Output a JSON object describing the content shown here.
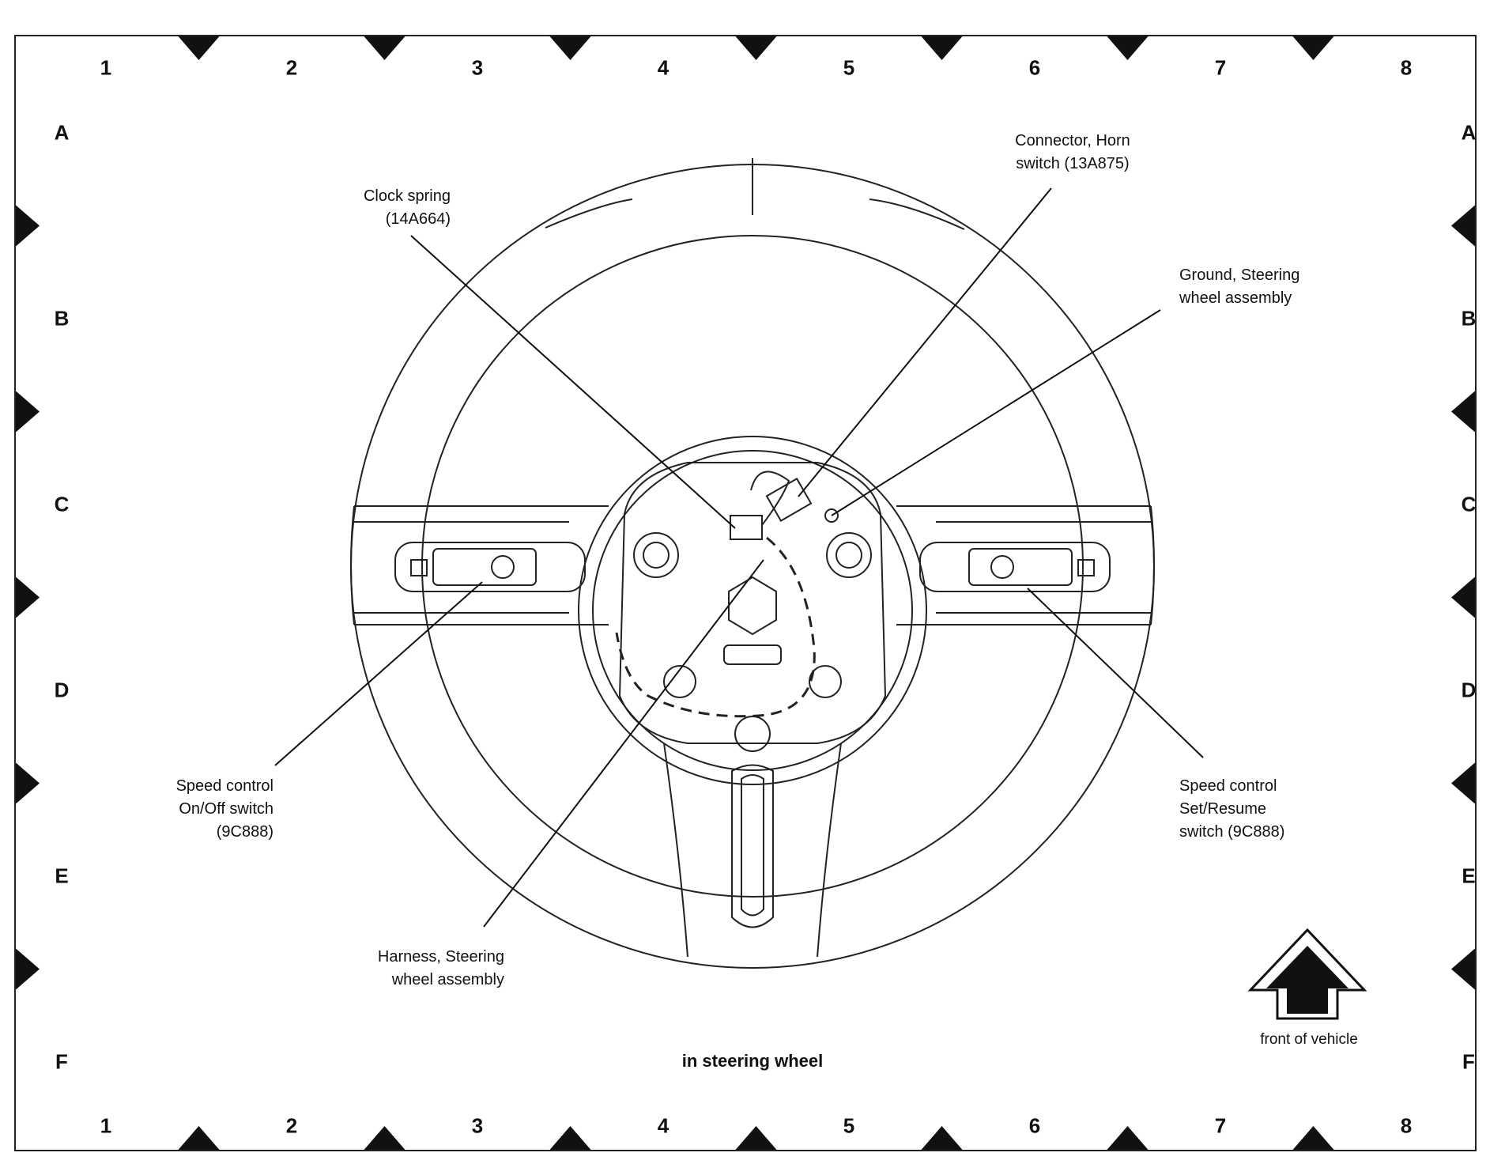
{
  "grid": {
    "columns": [
      "1",
      "2",
      "3",
      "4",
      "5",
      "6",
      "7",
      "8"
    ],
    "rows": [
      "A",
      "B",
      "C",
      "D",
      "E",
      "F"
    ]
  },
  "callouts": {
    "clock_spring": "Clock spring\n(14A664)",
    "connector_horn": "Connector, Horn\nswitch (13A875)",
    "ground_steering": "Ground, Steering\nwheel assembly",
    "speed_onoff": "Speed control\nOn/Off switch\n(9C888)",
    "speed_setresume": "Speed control\nSet/Resume\nswitch (9C888)",
    "harness_steering": "Harness, Steering\nwheel assembly"
  },
  "caption": "in steering wheel",
  "front_label": "front of vehicle",
  "icons": {
    "front_arrow": "up-arrow-icon",
    "grid_markers": "triangle-marker-icon"
  },
  "colors": {
    "line": "#222222",
    "background": "#ffffff"
  }
}
